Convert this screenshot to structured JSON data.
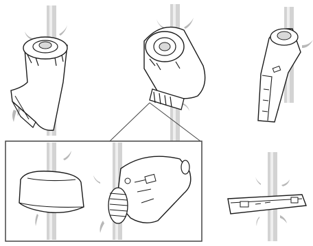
{
  "illustration": {
    "panels": [
      {
        "id": "attachment-top-left",
        "icon": "epilator-attachment-rinse"
      },
      {
        "id": "epilator-head-top-center",
        "icon": "epilator-head-rinse"
      },
      {
        "id": "shaver-handle-top-right",
        "icon": "shaver-body-rinse"
      },
      {
        "id": "cap-detail",
        "icon": "cap-rinse"
      },
      {
        "id": "roller-head-detail",
        "icon": "roller-head-rinse"
      },
      {
        "id": "trimmer-bottom-right",
        "icon": "trimmer-rinse"
      }
    ],
    "colors": {
      "line": "#1a1a1a",
      "water": "#b8b8b8",
      "water_light": "#d6d6d6",
      "frame": "#444444",
      "fill": "#ffffff"
    }
  }
}
